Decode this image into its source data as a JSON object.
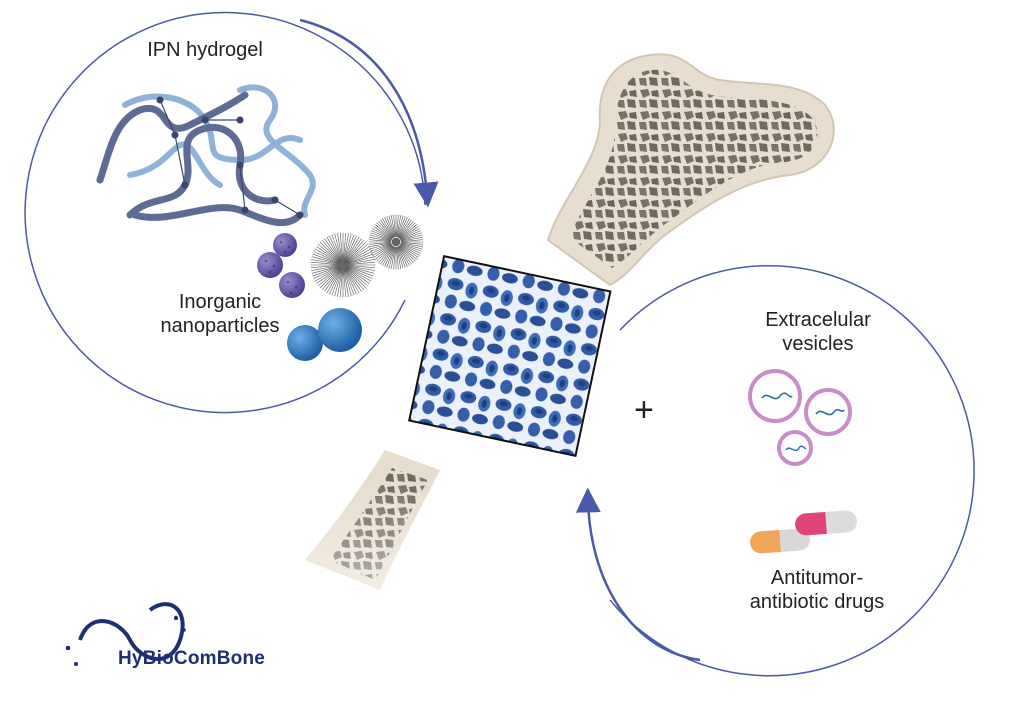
{
  "labels": {
    "ipn_hydrogel": "IPN hydrogel",
    "inorganic_nanoparticles": "Inorganic nanoparticles",
    "extracellular_vesicles": "Extracelular vesicles",
    "drugs": "Antitumor-antibiotic drugs",
    "plus": "+"
  },
  "logo": {
    "text": "HyBioComBone"
  },
  "colors": {
    "circle_outline": "#4a5aa8",
    "polymer_dark": "#5e6b95",
    "polymer_light": "#8fb2d8",
    "bone_cortex": "#d9d0c0",
    "bone_trabecular": "#756c60",
    "scaffold_blue": "#2f5aa8",
    "vesicle_pink": "#c88dc7",
    "logo_navy": "#1e2f73"
  },
  "icons": [
    "polymer-network-icon",
    "nanoparticle-icon",
    "bone-icon",
    "scaffold-icon",
    "vesicle-icon",
    "capsule-icon",
    "infinity-logo-icon"
  ]
}
